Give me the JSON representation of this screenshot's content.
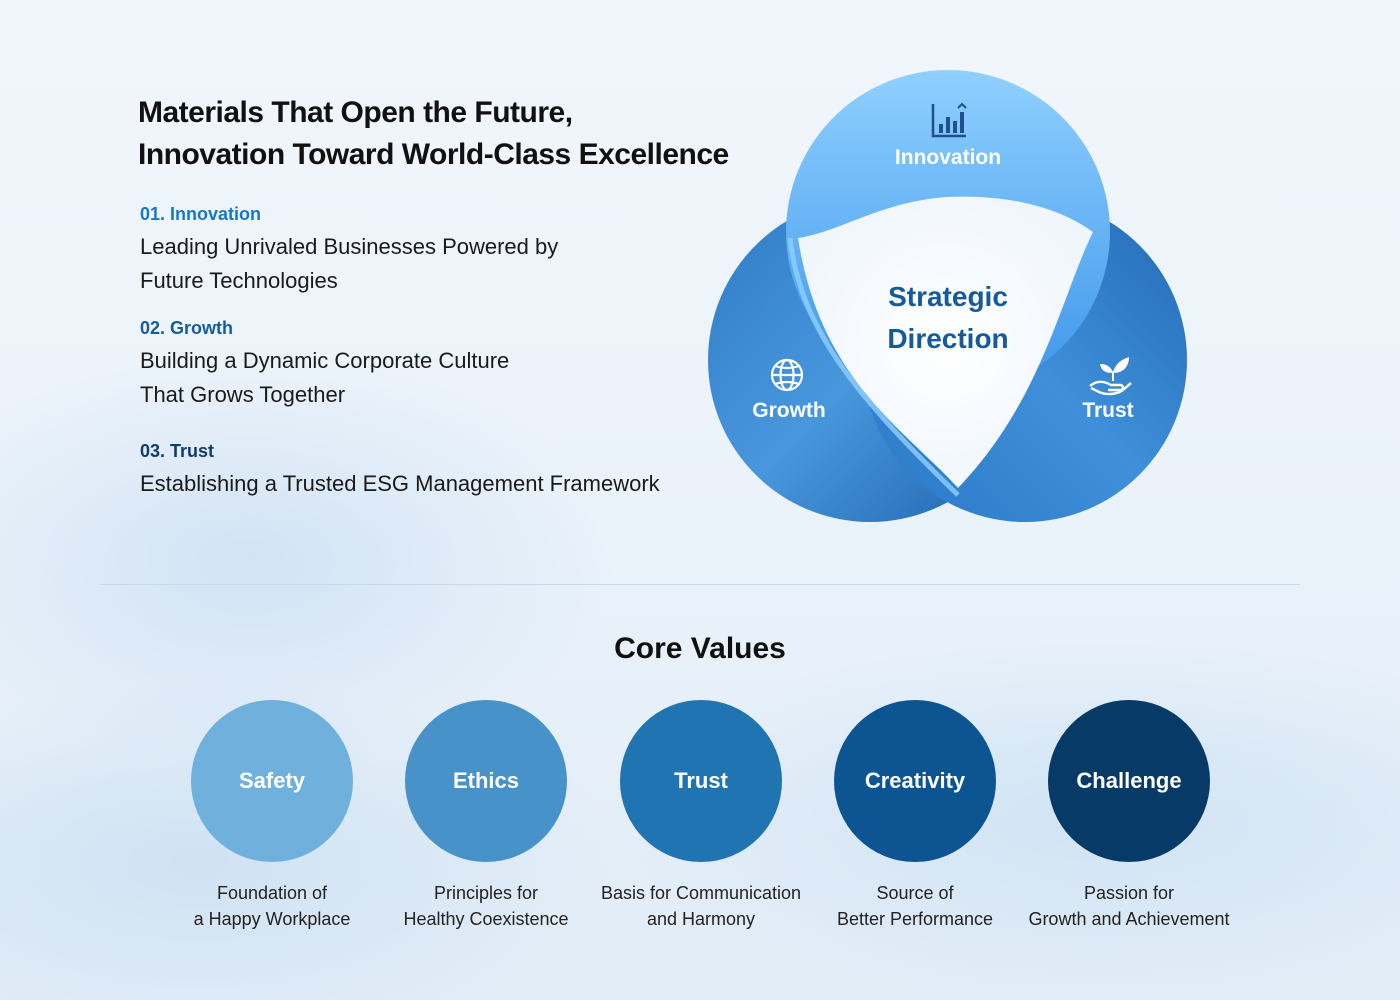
{
  "headline": {
    "line1": "Materials That Open the Future,",
    "line2": "Innovation Toward World-Class Excellence"
  },
  "directions": [
    {
      "number": "01. Innovation",
      "lines": [
        "Leading Unrivaled Businesses Powered by",
        "Future Technologies"
      ]
    },
    {
      "number": "02. Growth",
      "lines": [
        "Building a Dynamic Corporate Culture",
        "That Grows Together"
      ]
    },
    {
      "number": "03. Trust",
      "lines": [
        "Establishing a Trusted ESG Management Framework"
      ]
    }
  ],
  "diagram": {
    "center_line1": "Strategic",
    "center_line2": "Direction",
    "lobes": [
      {
        "label": "Innovation",
        "icon": "bar-chart-icon"
      },
      {
        "label": "Growth",
        "icon": "globe-icon"
      },
      {
        "label": "Trust",
        "icon": "hand-sprout-icon"
      }
    ]
  },
  "core_values": {
    "title": "Core Values",
    "items": [
      {
        "name": "Safety",
        "color": "#6fb0dd",
        "lines": [
          "Foundation of",
          "a Happy Workplace"
        ]
      },
      {
        "name": "Ethics",
        "color": "#4792c9",
        "lines": [
          "Principles for",
          "Healthy Coexistence"
        ]
      },
      {
        "name": "Trust",
        "color": "#1f74b1",
        "lines": [
          "Basis for Communication",
          "and Harmony"
        ]
      },
      {
        "name": "Creativity",
        "color": "#0d5592",
        "lines": [
          "Source of",
          "Better Performance"
        ]
      },
      {
        "name": "Challenge",
        "color": "#073a66",
        "lines": [
          "Passion for",
          "Growth and Achievement"
        ]
      }
    ]
  }
}
